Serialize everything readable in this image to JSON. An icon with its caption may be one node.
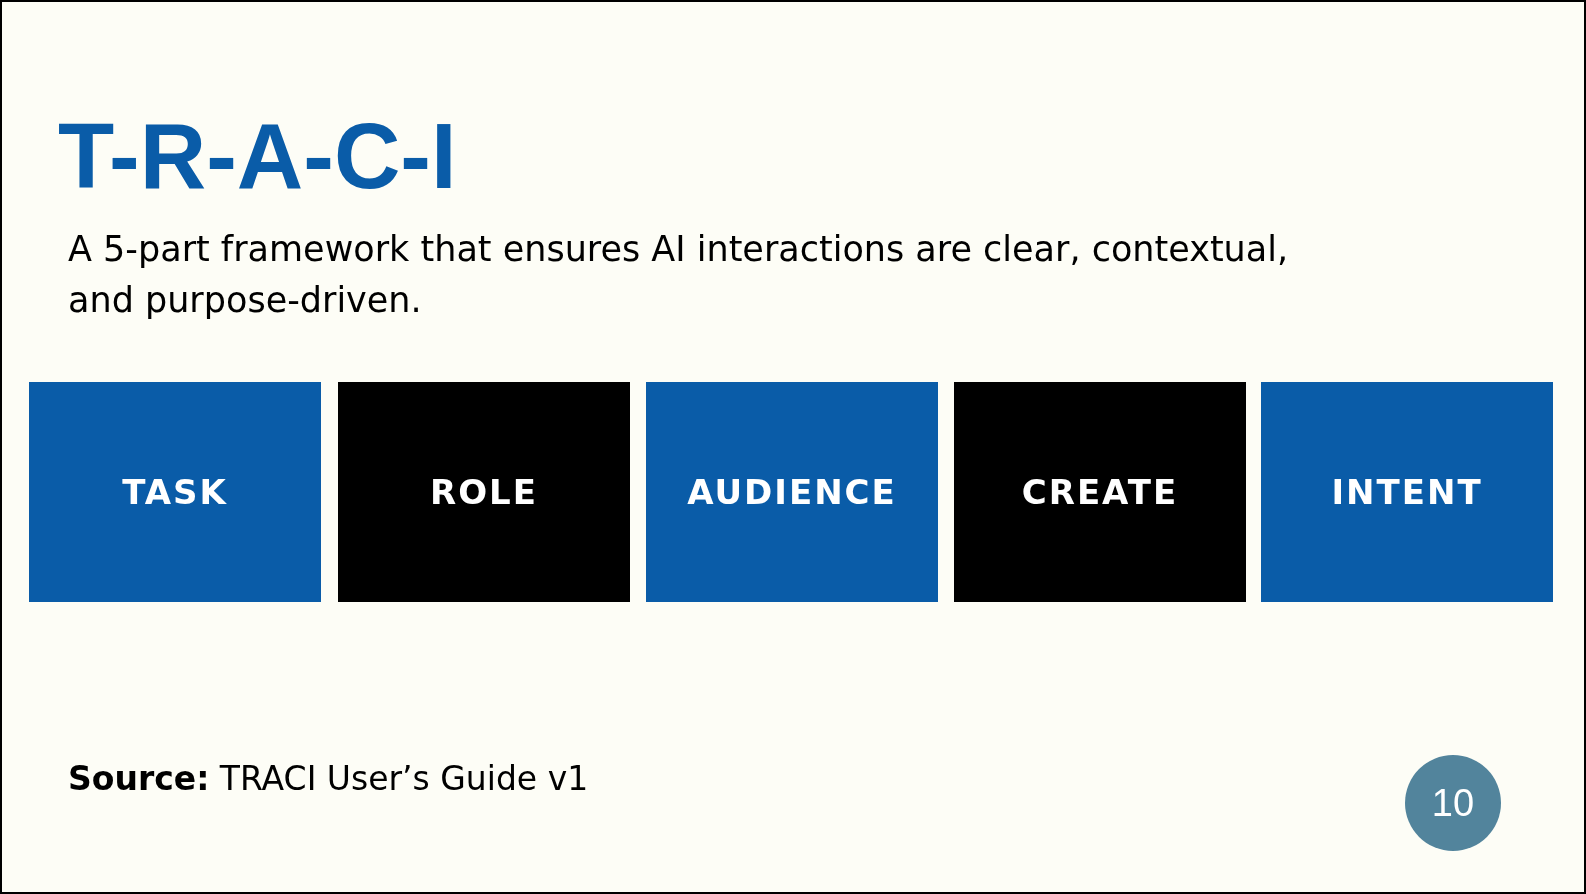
{
  "diagram": {
    "title": "T-R-A-C-I",
    "nodes": [
      {
        "text": [
          "TASK"
        ]
      },
      {
        "text": [
          "ROLE"
        ]
      },
      {
        "text": [
          "AUDIENCE"
        ]
      },
      {
        "text": [
          "CREATE"
        ]
      },
      {
        "text": [
          "INTENT"
        ]
      },
      {
        "text": [
          "10"
        ]
      }
    ],
    "labels": [
      "A 5-part framework that ensures AI interactions are clear, contextual, and purpose-driven.",
      "**Source:** TRACI User’s Guide v1"
    ]
  }
}
